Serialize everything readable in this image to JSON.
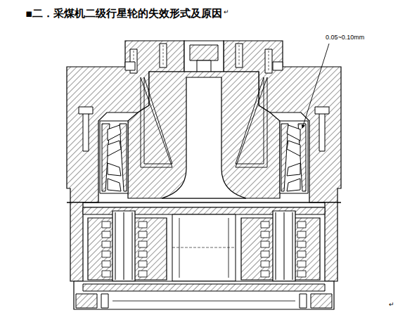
{
  "diagram": {
    "title": "▪二．采煤机二级行星轮的失效形式及原因",
    "labels": [
      "0.05~0.10mm",
      "↵",
      "↵"
    ]
  }
}
